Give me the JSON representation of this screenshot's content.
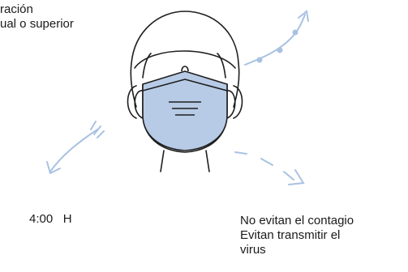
{
  "top_text": [
    "ración",
    "ual o superior"
  ],
  "duration": "4:00   H",
  "notes": [
    "No evitan el contagio",
    "Evitan transmitir el",
    "virus"
  ],
  "colors": {
    "outline": "#1f1f1f",
    "mask_fill": "#b7cbe6",
    "accent_blue": "#a9c2e2"
  }
}
